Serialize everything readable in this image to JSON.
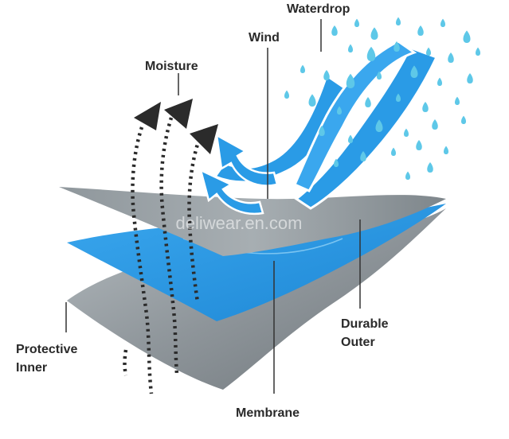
{
  "labels": {
    "waterdrop": "Waterdrop",
    "wind": "Wind",
    "moisture": "Moisture",
    "protective_inner_line1": "Protective",
    "protective_inner_line2": "Inner",
    "membrane": "Membrane",
    "durable_outer_line1": "Durable",
    "durable_outer_line2": "Outer"
  },
  "watermark": "deliwear.en.com",
  "colors": {
    "blue": "#2a9be6",
    "blue_dark": "#1a7fc9",
    "droplet": "#5ec8e8",
    "gray_outer": "#9ba2a7",
    "gray_inner": "#8c9398",
    "arrow": "#2b2b2b"
  }
}
